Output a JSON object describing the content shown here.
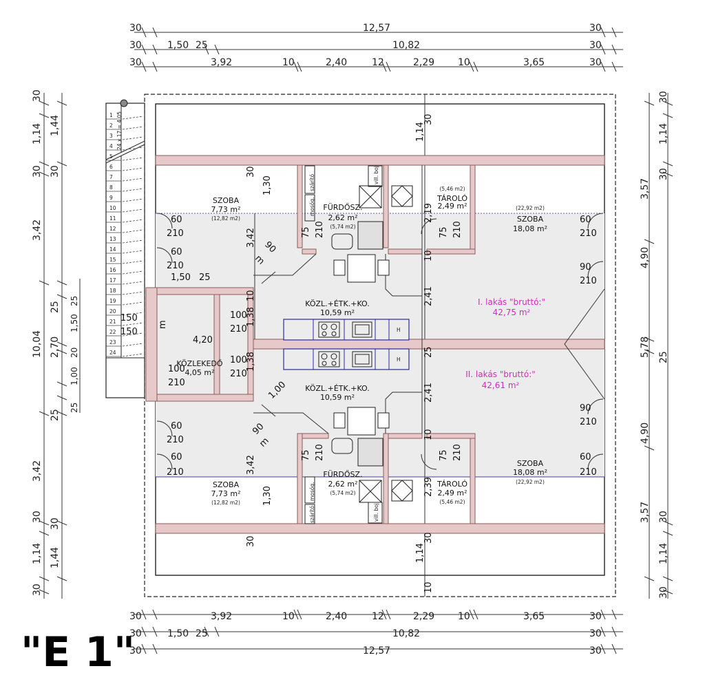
{
  "dimensions": {
    "top_row1": [
      "30",
      "12,57",
      "30"
    ],
    "top_row2": [
      "30",
      "1,50",
      "25",
      "10,82",
      "30"
    ],
    "top_row3": [
      "30",
      "3,92",
      "10",
      "2,40",
      "12",
      "2,29",
      "10",
      "3,65",
      "30"
    ],
    "left_outer": [
      "30",
      "1,14",
      "3,42",
      "10,04",
      "3,42",
      "1,14",
      "30"
    ],
    "left_inner": [
      "1,44",
      "30",
      "25",
      "1,50",
      "2,70",
      "20",
      "1,00",
      "25",
      "1,44",
      "30",
      "25"
    ],
    "right_outer": [
      "30",
      "1,14",
      "30",
      "3,57",
      "4,90",
      "5,78",
      "25",
      "4,90",
      "3,57",
      "30",
      "1,14",
      "30"
    ],
    "center_vertical": [
      "1,14",
      "30",
      "2,19",
      "10",
      "2,41",
      "25",
      "2,41",
      "10",
      "2,39",
      "30",
      "1,14",
      "10"
    ],
    "interior": [
      "30",
      "1,30",
      "3,42",
      "1,38",
      "1,38",
      "3,42",
      "1,30",
      "30",
      "10",
      "10",
      "1,50",
      "25",
      "4,20",
      "1,00"
    ]
  },
  "doors": [
    "60",
    "210",
    "60",
    "210",
    "90",
    "210",
    "75",
    "210",
    "100",
    "210",
    "150",
    "150",
    "90",
    "m"
  ],
  "rooms": [
    {
      "name": "SZOBA",
      "area": "7,73 m²",
      "gross": "(12,82 m2)"
    },
    {
      "name": "FÜRDŐSZ.",
      "area": "2,62 m²",
      "gross": "(5,74 m2)"
    },
    {
      "name": "TÁROLÓ",
      "area": "2,49 m²",
      "gross": "(5,46 m2)"
    },
    {
      "name": "SZOBA",
      "area": "18,08 m²",
      "gross": "(22,92 m2)"
    },
    {
      "name": "KÖZL.+ÉTK.+KO.",
      "area": "10,59 m²"
    },
    {
      "name": "KÖZLEKEDŐ",
      "area": "4,05 m²"
    },
    {
      "name": "KÖZL.+ÉTK.+KO.",
      "area": "10,59 m²"
    },
    {
      "name": "SZOBA",
      "area": "7,73 m²",
      "gross": "(12,82 m2)"
    },
    {
      "name": "FÜRDŐSZ.",
      "area": "2,62 m²",
      "gross": "(5,74 m2)"
    },
    {
      "name": "TÁROLÓ",
      "area": "2,49 m²",
      "gross": "(5,46 m2)"
    },
    {
      "name": "SZOBA",
      "area": "18,08 m²",
      "gross": "(22,92 m2)"
    }
  ],
  "apartments": [
    {
      "label": "I. lakás \"bruttó:\"",
      "area": "42,75 m²"
    },
    {
      "label": "II. lakás \"bruttó:\"",
      "area": "42,61 m²"
    }
  ],
  "fixtures": {
    "dryer": "szárító",
    "washer": "mosóg.",
    "boiler": "vill. boj",
    "hob": "H"
  },
  "stair": {
    "steps": [
      "1",
      "2",
      "3",
      "4",
      "5",
      "6",
      "7",
      "8",
      "9",
      "10",
      "11",
      "12",
      "13",
      "14",
      "15",
      "16",
      "17",
      "18",
      "19",
      "20",
      "21",
      "22",
      "23",
      "24"
    ],
    "note": "24 x 17 = 4,05"
  },
  "plan_title": "\"E 1\"",
  "colors": {
    "wall_fill": "#e8c9c9",
    "wall_stroke": "#8a5a5a",
    "floor_fill": "#ececec",
    "apartment_text": "#d42cc0",
    "lot_line": "#4b3a9e"
  }
}
